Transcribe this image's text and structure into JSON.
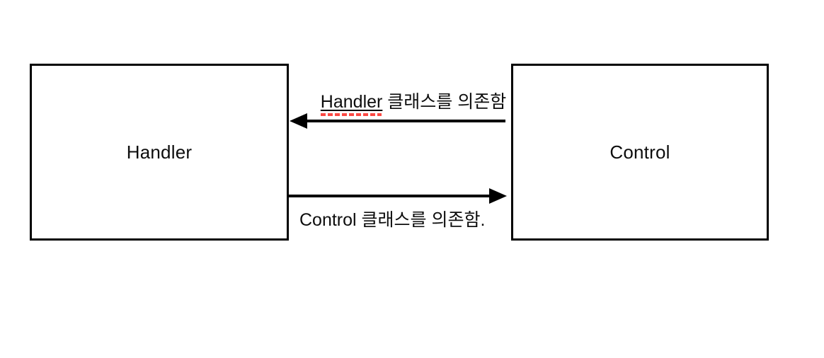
{
  "diagram": {
    "background": "#ffffff",
    "boxes": [
      {
        "id": "handler",
        "label": "Handler"
      },
      {
        "id": "control",
        "label": "Control"
      }
    ],
    "arrows": [
      {
        "id": "control-to-handler",
        "direction": "left",
        "label_word": "Handler",
        "label_rest": " 클래스를 의존함",
        "word_decoration": "black-underline-with-red-dashed-spellcheck"
      },
      {
        "id": "handler-to-control",
        "direction": "right",
        "label": "Control 클래스를 의존함."
      }
    ],
    "colors": {
      "stroke": "#000000",
      "text": "#0d0d0d",
      "spellcheck_underline": "#fb4a44",
      "background": "#ffffff"
    }
  }
}
